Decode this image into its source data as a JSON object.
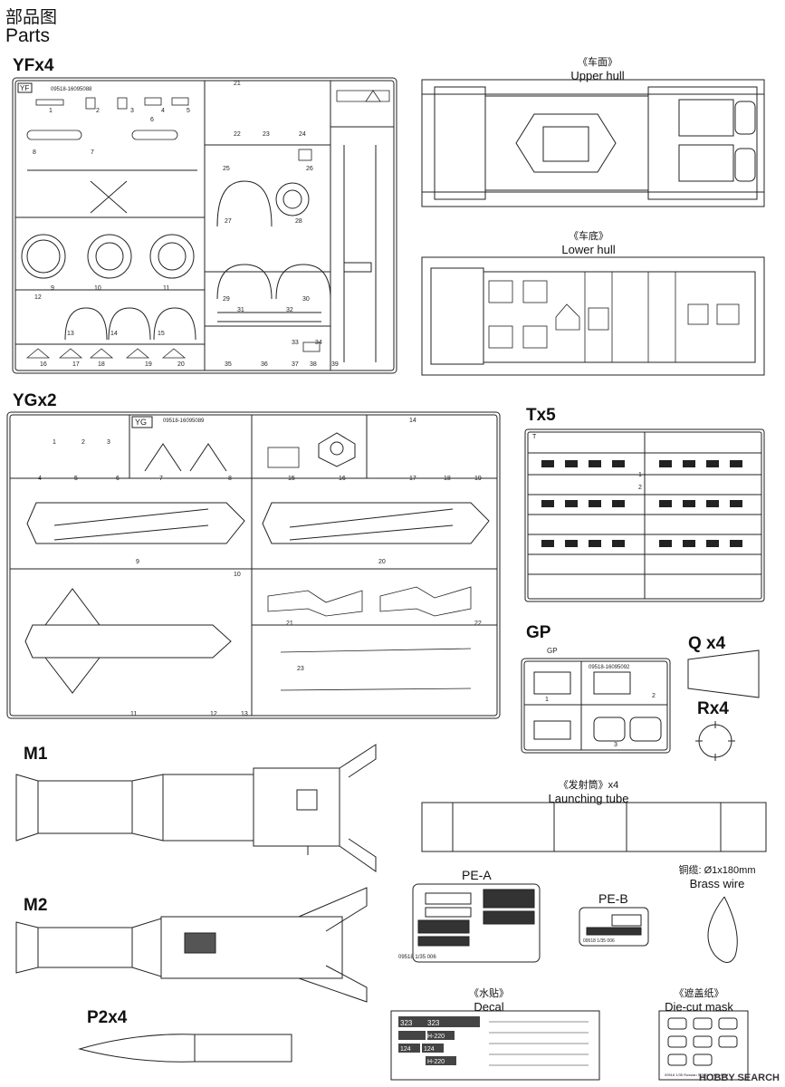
{
  "header": {
    "title_cn": "部品图",
    "title_en": "Parts"
  },
  "sprues": {
    "yf": {
      "label": "YFx4",
      "tag": "YF",
      "code": "09518-16095088",
      "parts": [
        "1",
        "2",
        "3",
        "4",
        "5",
        "6",
        "7",
        "8",
        "9",
        "10",
        "11",
        "12",
        "13",
        "14",
        "15",
        "16",
        "17",
        "18",
        "19",
        "20",
        "21",
        "22",
        "23",
        "24",
        "25",
        "26",
        "27",
        "28",
        "29",
        "30",
        "31",
        "32",
        "33",
        "34",
        "35",
        "36",
        "37",
        "38",
        "39"
      ]
    },
    "yg": {
      "label": "YGx2",
      "tag": "YG",
      "code": "09518-16095089",
      "parts": [
        "1",
        "2",
        "3",
        "4",
        "5",
        "6",
        "7",
        "8",
        "9",
        "10",
        "11",
        "12",
        "13",
        "14",
        "15",
        "16",
        "17",
        "18",
        "19",
        "20",
        "21",
        "22",
        "23"
      ]
    },
    "t": {
      "label": "Tx5",
      "tag": "T",
      "parts": [
        "1",
        "2"
      ]
    },
    "gp": {
      "label": "GP",
      "tag": "GP",
      "code": "09518-16095092",
      "parts": [
        "1",
        "2",
        "3"
      ]
    },
    "q": {
      "label": "Q x4"
    },
    "r": {
      "label": "Rx4"
    },
    "m1": {
      "label": "M1"
    },
    "m2": {
      "label": "M2"
    },
    "p2": {
      "label": "P2x4"
    }
  },
  "captions": {
    "upper_hull": {
      "cn": "《车面》",
      "en": "Upper hull"
    },
    "lower_hull": {
      "cn": "《车底》",
      "en": "Lower hull"
    },
    "launch_tube": {
      "cn": "《发射筒》x4",
      "en": "Launching tube"
    },
    "brass_wire": {
      "cn": "铜缆: Ø1x180mm",
      "en": "Brass wire"
    },
    "decal": {
      "cn": "《水贴》",
      "en": "Decal"
    },
    "mask": {
      "cn": "《遮盖纸》",
      "en": "Die-cut mask"
    }
  },
  "pe": {
    "a": {
      "label": "PE-A",
      "code": "09518  1/35  006"
    },
    "b": {
      "label": "PE-B",
      "code": "09518  1/35  006"
    }
  },
  "decal": {
    "markings": [
      "323",
      "323",
      "124",
      "124",
      "H-220",
      "H-220"
    ]
  },
  "mask": {
    "code": "09518  1/35 Russian S-300V 9A83 SAM"
  },
  "watermark": {
    "text": "HOBBY SEARCH"
  }
}
